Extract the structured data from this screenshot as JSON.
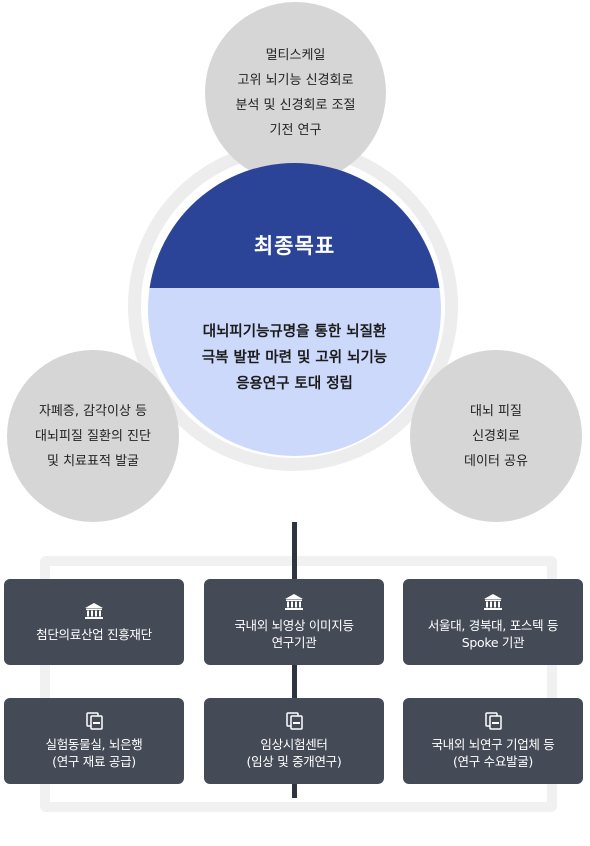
{
  "top_circle": {
    "lines": [
      "멀티스케일",
      "고위 뇌기능 신경회로",
      "분석 및 신경회로 조절",
      "기전 연구"
    ]
  },
  "center": {
    "title": "최종목표",
    "lines": [
      "대뇌피기능규명을 통한 뇌질환",
      "극복 발판 마련 및 고위 뇌기능",
      "응용연구 토대 정립"
    ]
  },
  "left_circle": {
    "lines": [
      "자폐증, 감각이상 등",
      "대뇌피질 질환의 진단",
      "및 치료표적 발굴"
    ]
  },
  "right_circle": {
    "lines": [
      "대뇌 피질",
      "신경회로",
      "데이터 공유"
    ]
  },
  "boxes": [
    {
      "icon": "building-icon",
      "lines": [
        "첨단의료산업 진흥재단"
      ]
    },
    {
      "icon": "building-icon",
      "lines": [
        "국내외 뇌영상 이미지등",
        "연구기관"
      ]
    },
    {
      "icon": "building-icon",
      "lines": [
        "서울대, 경북대, 포스텍 등",
        "Spoke 기관"
      ]
    },
    {
      "icon": "documents-icon",
      "lines": [
        "실험동물실, 뇌은행",
        "(연구 재료 공급)"
      ]
    },
    {
      "icon": "documents-icon",
      "lines": [
        "임상시험센터",
        "(임상 및 중개연구)"
      ]
    },
    {
      "icon": "documents-icon",
      "lines": [
        "국내외 뇌연구 기업체 등",
        "(연구 수요발굴)"
      ]
    }
  ]
}
